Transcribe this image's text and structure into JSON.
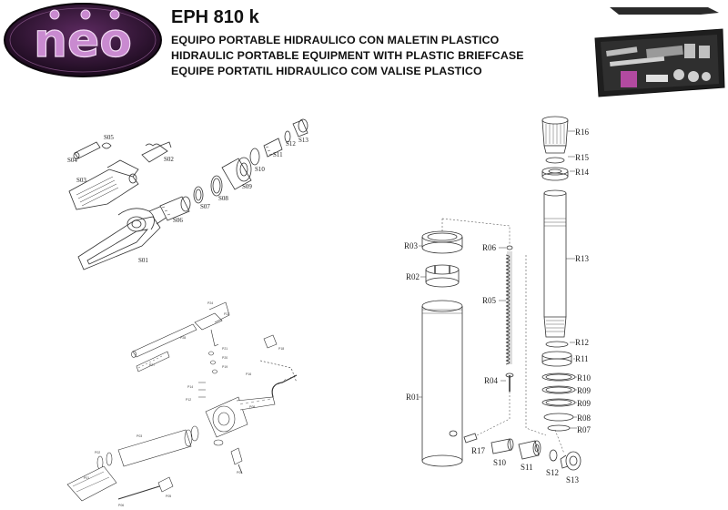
{
  "header": {
    "logo_text": "neo",
    "model": "EPH 810 k",
    "line_es": "EQUIPO PORTABLE HIDRAULICO CON MALETIN PLASTICO",
    "line_en": "HIDRAULIC PORTABLE EQUIPMENT WITH PLASTIC BRIEFCASE",
    "line_pt": "EQUIPE PORTATIL HIDRAULICO COM VALISE PLASTICO"
  },
  "photo": {
    "icon": "toolcase-photo"
  },
  "pump_labels": {
    "S01": "S01",
    "S02": "S02",
    "S03": "S03",
    "S04": "S04",
    "S05": "S05",
    "S06": "S06",
    "S07": "S07",
    "S08": "S08",
    "S09": "S09",
    "S10": "S10",
    "S11": "S11",
    "S12": "S12",
    "S13": "S13"
  },
  "ram_labels": {
    "R01": "R01",
    "R02": "R02",
    "R03": "R03",
    "R04": "R04",
    "R05": "R05",
    "R06": "R06",
    "R07": "R07",
    "R08": "R08",
    "R09a": "R09",
    "R09b": "R09",
    "R10": "R10",
    "R11": "R11",
    "R12": "R12",
    "R13": "R13",
    "R14": "R14",
    "R15": "R15",
    "R16": "R16",
    "R17": "R17",
    "S10": "S10",
    "S11": "S11",
    "S12": "S12",
    "S13": "S13"
  },
  "colors": {
    "logo_purple": "#8a3a8c",
    "logo_dark": "#2a0f2e",
    "line": "#333333"
  }
}
